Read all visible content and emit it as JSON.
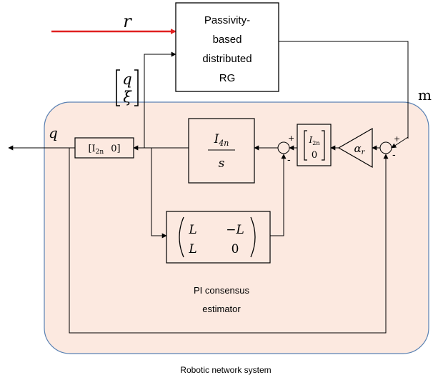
{
  "input_signal": "r",
  "rg_block": {
    "lines": [
      "Passivity-",
      "based",
      "distributed",
      "RG"
    ]
  },
  "feedback_vector": {
    "top": "q",
    "bottom": "ξ"
  },
  "output_label": "m",
  "output_q": "q",
  "selector_block": {
    "main": "[I",
    "sub": "2n",
    "rest": "0]"
  },
  "integrator_block": {
    "numerator_main": "I",
    "numerator_sub": "4n",
    "denominator": "s"
  },
  "lift_block": {
    "top_main": "I",
    "top_sub": "2n",
    "bottom": "0"
  },
  "gain_block": {
    "main": "α",
    "sub": "r"
  },
  "laplacian_block": {
    "r1c1": "L",
    "r1c2": "−L",
    "r2c1": "L",
    "r2c2": "0"
  },
  "sum_signs": {
    "plus": "+",
    "minus": "-"
  },
  "estimator_caption": [
    "PI consensus",
    "estimator"
  ],
  "system_caption": "Robotic network system",
  "colors": {
    "system_fill": "#fce9e0",
    "system_border": "#5b82b3",
    "input_arrow": "#e02020"
  }
}
